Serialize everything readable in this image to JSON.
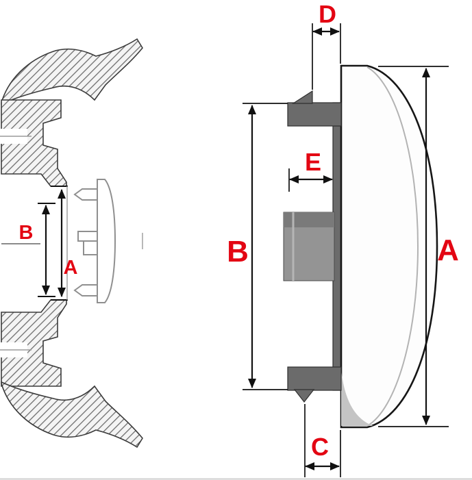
{
  "diagram": {
    "title": "wheel center cap dimension drawing",
    "labels": {
      "left_view": {
        "b": "B",
        "a": "A"
      },
      "right_view": {
        "d": "D",
        "e": "E",
        "b": "B",
        "a": "A",
        "c": "C"
      }
    },
    "colors": {
      "label": "#e30613",
      "line": "#111111",
      "part_dark": "#6b6b6b",
      "part_mid": "#949494",
      "part_light": "#c4c4c4",
      "cap_outline": "#8f8f8f",
      "background": "#ffffff"
    }
  }
}
